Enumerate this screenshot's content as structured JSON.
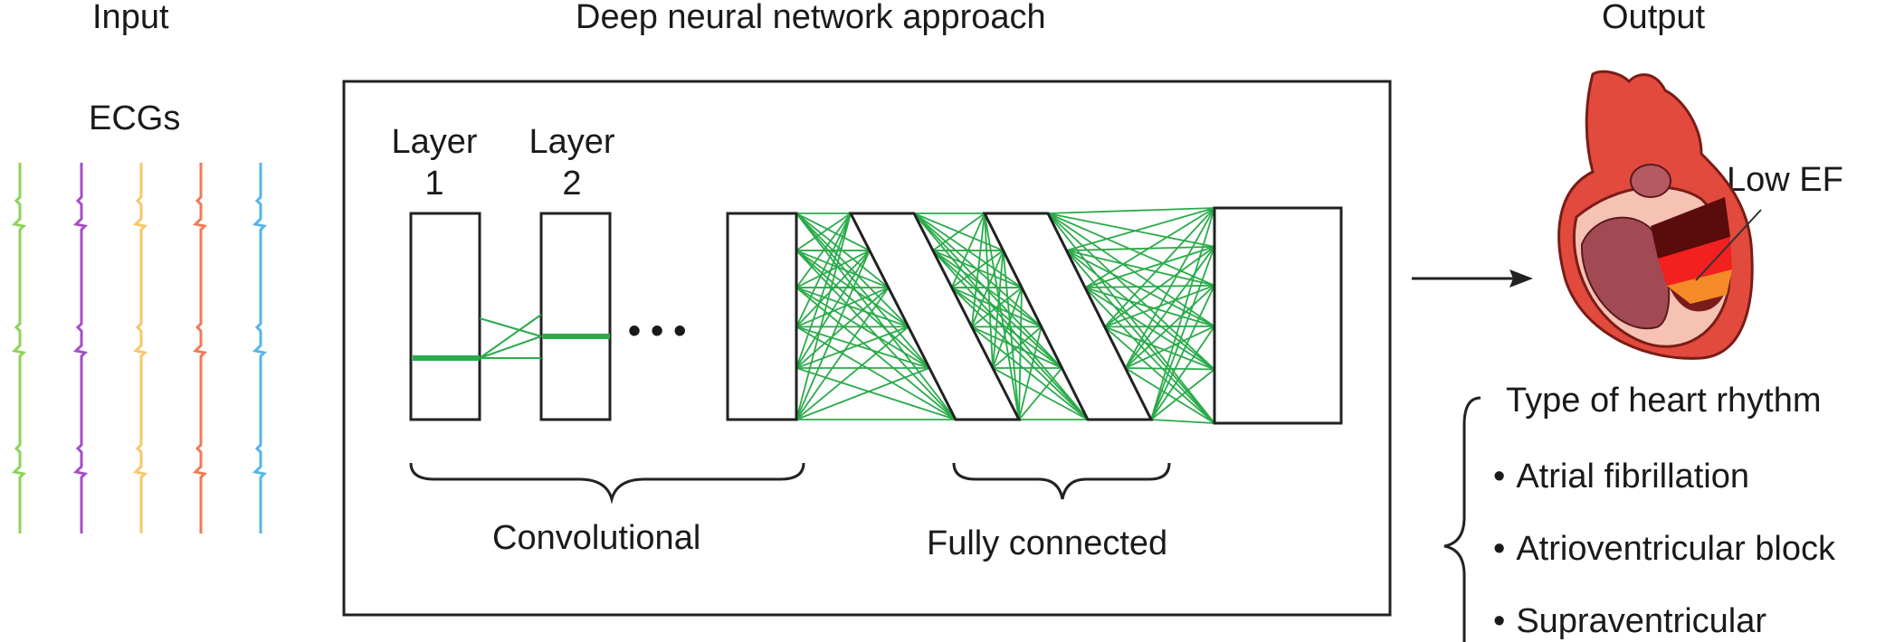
{
  "headers": {
    "input": "Input",
    "approach": "Deep neural network approach",
    "output": "Output"
  },
  "input": {
    "label": "ECGs",
    "trace_colors": [
      "#8ed35a",
      "#a44fc6",
      "#f7c76a",
      "#ef7b55",
      "#57b4ec"
    ]
  },
  "network": {
    "layer1": [
      "Layer",
      "1"
    ],
    "layer2": [
      "Layer",
      "2"
    ],
    "ellipsis": "• • •",
    "convolutional": "Convolutional",
    "fully_connected": "Fully connected",
    "connection_color": "#2aab4a"
  },
  "output": {
    "ef_label": "Low EF",
    "rhythm_title": "Type of heart rhythm",
    "rhythm_items": [
      "Atrial fibrillation",
      "Atrioventricular block",
      "Supraventricular"
    ]
  }
}
